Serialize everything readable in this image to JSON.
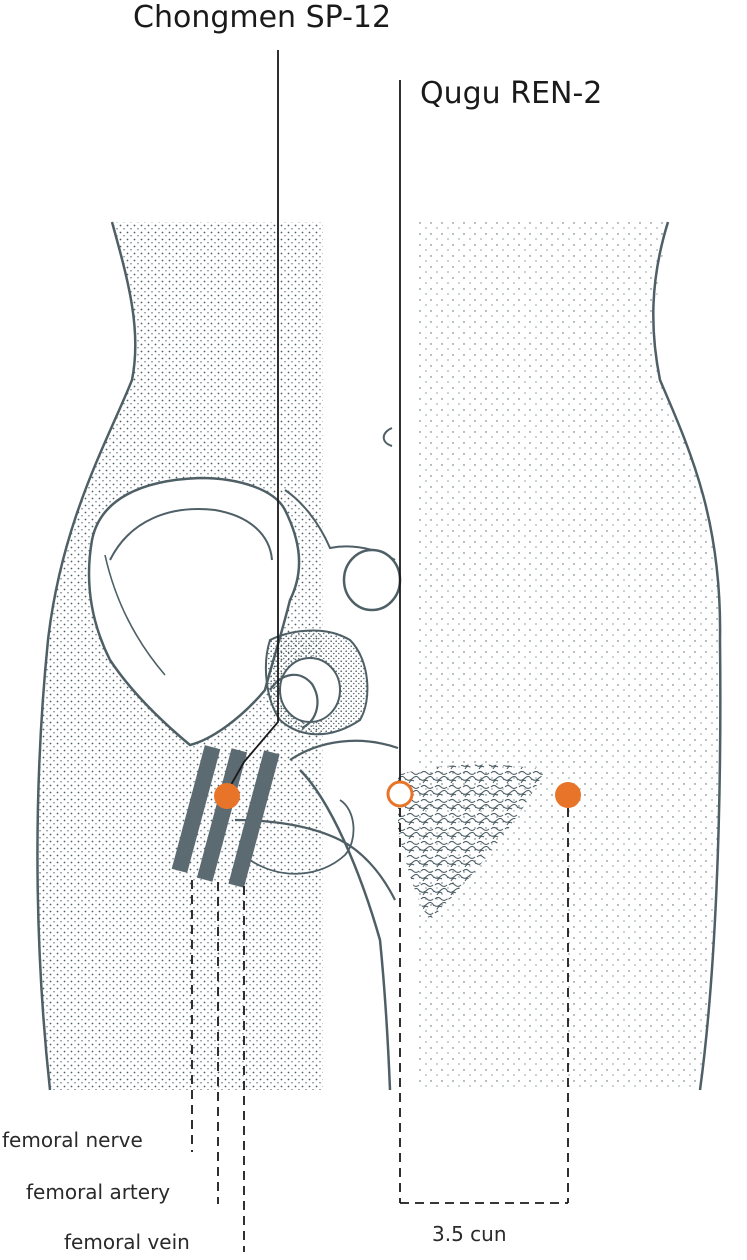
{
  "points": {
    "chongmen": {
      "label": "Chongmen SP-12"
    },
    "qugu": {
      "label": "Qugu REN-2"
    }
  },
  "structures": {
    "nerve": "femoral nerve",
    "artery": "femoral artery",
    "vein": "femoral vein"
  },
  "measure": {
    "label": "3.5 cun"
  },
  "colors": {
    "point": "#e8742a",
    "outline": "#4e5f66",
    "vessel": "#5c6b72",
    "ink": "#1a1a1a"
  }
}
